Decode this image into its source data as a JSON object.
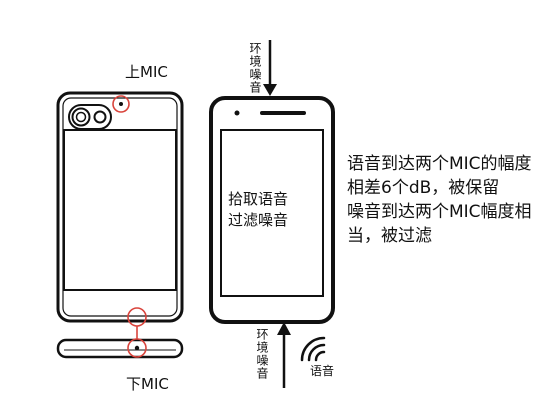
{
  "labels": {
    "top_mic": "上MIC",
    "bottom_mic": "下MIC",
    "top_noise": "环境噪音",
    "bottom_noise": "环境噪音",
    "voice": "语音",
    "screen_line1": "拾取语音",
    "screen_line2": "过滤噪音"
  },
  "description": [
    "语音到达两个MIC的幅度",
    "相差6个dB，被保留",
    "噪音到达两个MIC幅度相",
    "当，被过滤"
  ],
  "colors": {
    "outline": "#111111",
    "highlight": "#d9443c"
  },
  "icons": {
    "top_arrow": "down-arrow-icon",
    "bottom_arrow": "up-arrow-icon",
    "voice_source": "sound-wave-icon",
    "camera": "camera-icon"
  }
}
